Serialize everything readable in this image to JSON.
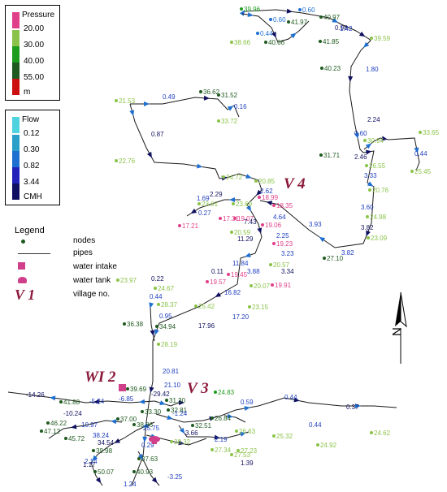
{
  "legend_pressure": {
    "title": "Pressure",
    "colors": [
      "#e0408a",
      "#8bc34a",
      "#1e9c1e",
      "#1f5a1f",
      "#cc1010"
    ],
    "labels": [
      "20.00",
      "30.00",
      "40.00",
      "55.00",
      "m"
    ]
  },
  "legend_flow": {
    "title": "Flow",
    "colors": [
      "#4fd3de",
      "#2aa0c8",
      "#1f6fd0",
      "#2222bb",
      "#101060"
    ],
    "labels": [
      "0.12",
      "0.30",
      "0.82",
      "3.44",
      "CMH"
    ]
  },
  "legend": {
    "title": "Legend",
    "nodes": "nodes",
    "pipes": "pipes",
    "water_intake": "water intake",
    "water_tank": "water tank",
    "village_symbol": "V 1",
    "village": "village no."
  },
  "north": "N",
  "villages": [
    "V 4",
    "V 3",
    "WI 2"
  ],
  "pressure_labels": [
    "39.96",
    "40.97",
    "41.97",
    "0.60",
    "0.60",
    "0.44",
    "38.66",
    "40.66",
    "41.85",
    "39.59",
    "40.23",
    "36.62",
    "31.52",
    "21.53",
    "33.72",
    "31.71",
    "30.94",
    "33.65",
    "26.55",
    "25.45",
    "20.76",
    "24.98",
    "23.09",
    "22.76",
    "24.72",
    "20.85",
    "18.99",
    "18.35",
    "23.61",
    "23.69",
    "17.31",
    "17.21",
    "19.07",
    "19.06",
    "20.59",
    "19.23",
    "20.57",
    "19.45",
    "19.91",
    "19.57",
    "20.07",
    "23.15",
    "27.10",
    "25.42",
    "23.97",
    "24.67",
    "28.37",
    "36.38",
    "34.94",
    "28.19",
    "39.69",
    "31.30",
    "32.81",
    "33.30",
    "38.86",
    "37.00",
    "41.88",
    "46.22",
    "47.12",
    "45.72",
    "39.98",
    "37.63",
    "50.07",
    "40.93",
    "32.51",
    "26.84",
    "26.63",
    "27.23",
    "27.34",
    "27.53",
    "28.32",
    "24.83",
    "25.32",
    "24.92",
    "24.62"
  ],
  "flow_labels": [
    "0.98",
    "1.42",
    "1.80",
    "2.24",
    "0.49",
    "0.16",
    "0.87",
    "0.60",
    "0.44",
    "2.46",
    "3.33",
    "3.60",
    "3.82",
    "3.82",
    "1.69",
    "2.29",
    "2.62",
    "4.64",
    "7.43",
    "0.27",
    "3.93",
    "11.29",
    "2.25",
    "3.23",
    "3.34",
    "11.84",
    "3.88",
    "0.11",
    "16.82",
    "17.20",
    "17.96",
    "0.95",
    "0.44",
    "0.22",
    "20.81",
    "21.10",
    "-29.42",
    "-6.85",
    "-5.24",
    "-10.24",
    "10.97",
    "38.24",
    "34.54",
    "25.75",
    "-1.24",
    "3.66",
    "2.19",
    "0.59",
    "1.39",
    "0.44",
    "0.44",
    "0.37",
    "0.29",
    "2.14",
    "1.17",
    "1.24",
    "-3.25",
    "-14.26"
  ]
}
